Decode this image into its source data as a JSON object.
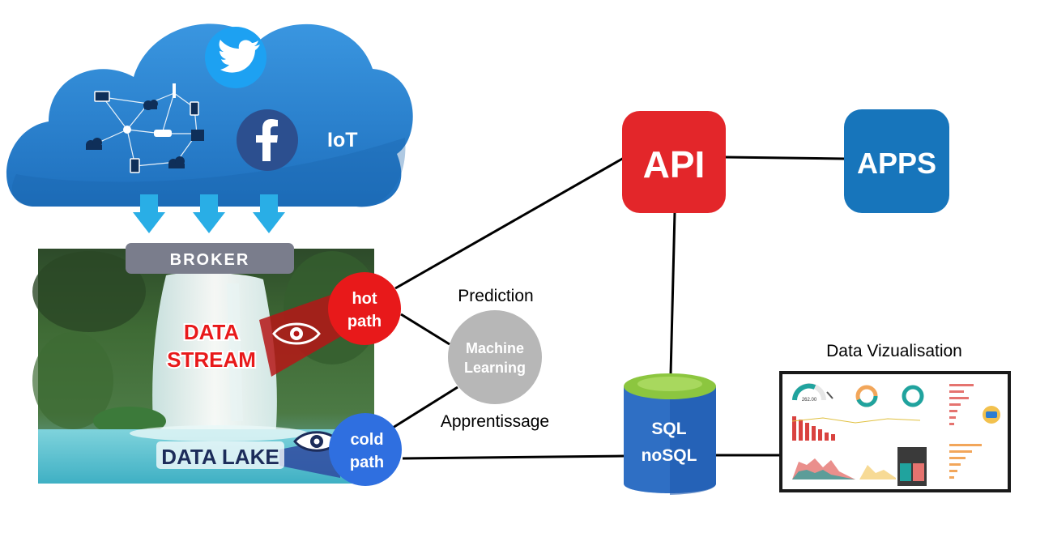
{
  "cloud": {
    "label": "IoT",
    "icons": [
      "twitter-icon",
      "facebook-icon",
      "iot-network-icon",
      "download-arrow-icon"
    ]
  },
  "broker": {
    "label": "BROKER"
  },
  "data_stream": {
    "line1": "DATA",
    "line2": "STREAM",
    "icon": "eye-icon"
  },
  "data_lake": {
    "label": "DATA LAKE",
    "icon": "eye-icon"
  },
  "hot_path": {
    "line1": "hot",
    "line2": "path"
  },
  "cold_path": {
    "line1": "cold",
    "line2": "path"
  },
  "ml": {
    "line1": "Machine",
    "line2": "Learning",
    "top_label": "Prediction",
    "bottom_label": "Apprentissage"
  },
  "api": {
    "label": "API"
  },
  "apps": {
    "label": "APPS"
  },
  "database": {
    "line1": "SQL",
    "line2": "noSQL"
  },
  "dataviz": {
    "title": "Data Vizualisation",
    "gauge_value": "262.00"
  },
  "colors": {
    "cloud": "#2e8ad8",
    "arrow": "#29aee6",
    "broker": "#7a7d8c",
    "stream_text": "#e8191a",
    "hot_path": "#e8191a",
    "cold_path": "#2f6fe0",
    "api": "#e3262a",
    "apps": "#1775bb",
    "database": "#2f6fc4",
    "ml": "#b7b7b7",
    "lake_text": "#1c2c5a"
  }
}
